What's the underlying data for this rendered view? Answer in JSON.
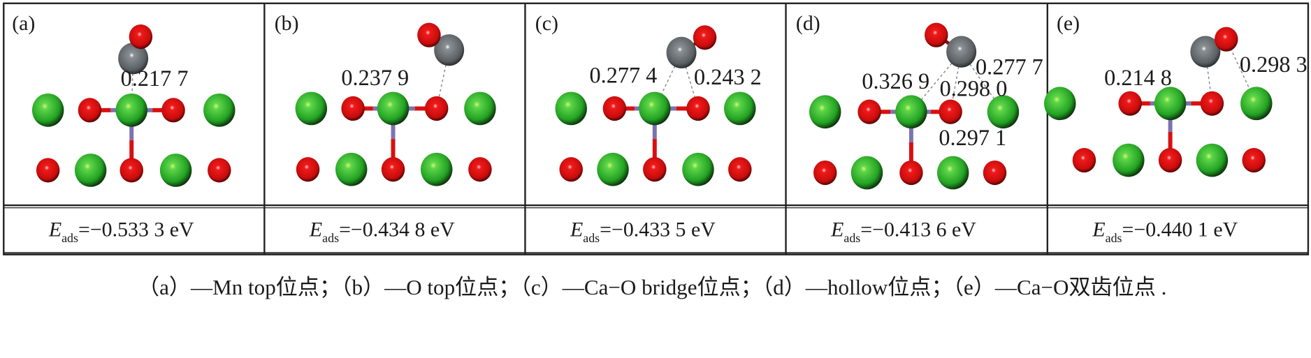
{
  "panels": [
    {
      "label": "(a)",
      "distances": [
        "0.217 7"
      ],
      "energy_symbol": "E",
      "energy_sub": "ads",
      "energy_value": "=−0.533 3 eV"
    },
    {
      "label": "(b)",
      "distances": [
        "0.237 9"
      ],
      "energy_symbol": "E",
      "energy_sub": "ads",
      "energy_value": "=−0.434 8 eV"
    },
    {
      "label": "(c)",
      "distances": [
        "0.277 4",
        "0.243 2"
      ],
      "energy_symbol": "E",
      "energy_sub": "ads",
      "energy_value": "=−0.433 5 eV"
    },
    {
      "label": "(d)",
      "distances": [
        "0.326 9",
        "0.298 0",
        "0.277 7",
        "0.297 1"
      ],
      "energy_symbol": "E",
      "energy_sub": "ads",
      "energy_value": "=−0.413 6 eV"
    },
    {
      "label": "(e)",
      "distances": [
        "0.214 8",
        "0.298 3"
      ],
      "energy_symbol": "E",
      "energy_sub": "ads",
      "energy_value": "=−0.440 1 eV"
    }
  ],
  "caption": "（a）—Mn top位点；（b）—O top位点；（c）—Ca−O bridge位点；（d）—hollow位点；（e）—Ca−O双齿位点 .",
  "colors": {
    "ca": "#2fb52f",
    "o": "#d81010",
    "c": "#5a5f63",
    "mn": "#7f72b0"
  }
}
